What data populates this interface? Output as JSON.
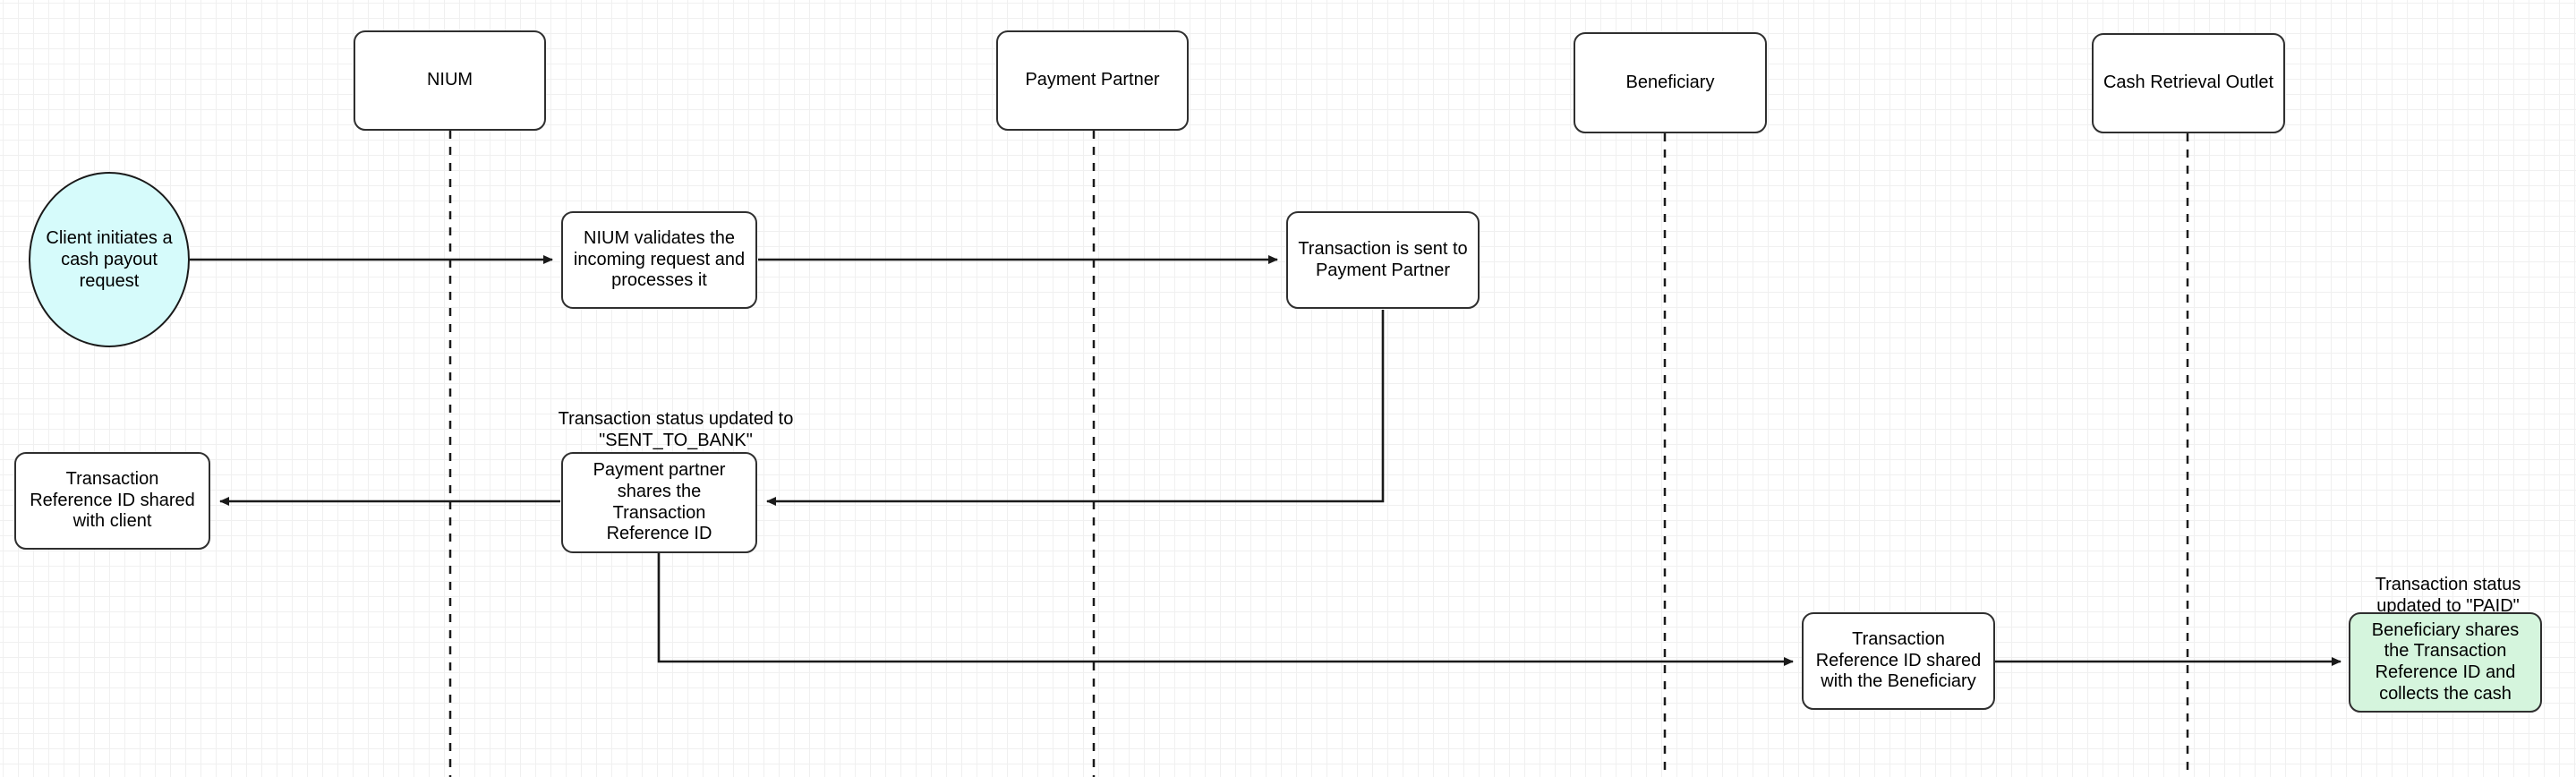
{
  "diagram": {
    "type": "swimlane-flowchart",
    "title": "NIUM cash payout flow",
    "background": "#ffffff",
    "grid_color": "#e2e2e2",
    "accent_green": "#d5f5dd",
    "accent_cyan": "#d6fbfb",
    "stroke_color": "#2f2f2f"
  },
  "lanes": [
    {
      "id": "nium",
      "label": "NIUM"
    },
    {
      "id": "payment_partner",
      "label": "Payment Partner"
    },
    {
      "id": "beneficiary",
      "label": "Beneficiary"
    },
    {
      "id": "cash_retrieval_outlet",
      "label": "Cash Retrieval Outlet"
    }
  ],
  "nodes": {
    "start": "Client initiates a\ncash payout\nrequest",
    "nium_validates": "NIUM validates the\nincoming request and\nprocesses it",
    "txn_sent": "Transaction is sent to\nPayment Partner",
    "partner_shares": "Payment partner\nshares the\nTransaction\nReference ID",
    "ref_to_client": "Transaction\nReference ID shared\nwith client",
    "ref_to_beneficiary": "Transaction\nReference ID shared\nwith the Beneficiary",
    "beneficiary_collects": "Beneficiary shares\nthe Transaction\nReference ID and\ncollects the cash"
  },
  "edge_labels": {
    "sent_to_bank": "Transaction status updated to\n\"SENT_TO_BANK\"",
    "paid": "Transaction status\nupdated to \"PAID\""
  }
}
